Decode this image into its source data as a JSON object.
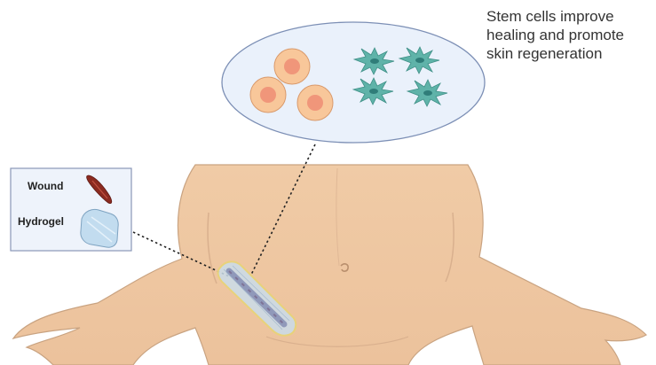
{
  "caption": {
    "text": "Stem cells improve\nhealing and promote\nskin regeneration"
  },
  "legend": {
    "wound_label": "Wound",
    "hydrogel_label": "Hydrogel"
  },
  "colors": {
    "skin": "#f0cba6",
    "skin_outline": "#c9a381",
    "bubble_fill": "#eaf1fb",
    "bubble_outline": "#7c8fb5",
    "stem_cell_outer": "#f8c79a",
    "stem_cell_inner": "#f0967a",
    "fibroblast": "#5fb3a9",
    "fibroblast_nucleus": "#2f7d79",
    "wound": "#8b2a20",
    "hydrogel": "#b7d6ec",
    "legend_border": "#8a97b8"
  },
  "icons": [
    "stem-cell-icon",
    "fibroblast-icon",
    "wound-icon",
    "hydrogel-patch-icon",
    "navel-icon"
  ]
}
